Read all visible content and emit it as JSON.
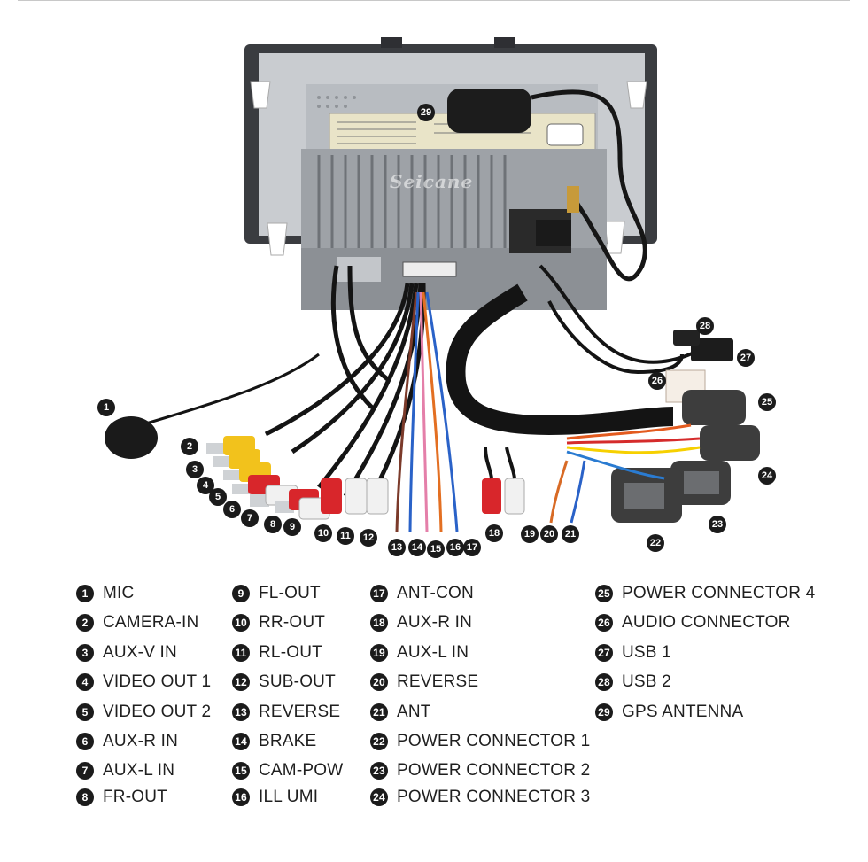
{
  "brand": "Seicane",
  "legend": [
    {
      "num": "1",
      "label": "MIC"
    },
    {
      "num": "2",
      "label": "CAMERA-IN"
    },
    {
      "num": "3",
      "label": "AUX-V IN"
    },
    {
      "num": "4",
      "label": "VIDEO OUT 1"
    },
    {
      "num": "5",
      "label": "VIDEO OUT 2"
    },
    {
      "num": "6",
      "label": "AUX-R IN"
    },
    {
      "num": "7",
      "label": "AUX-L IN"
    },
    {
      "num": "8",
      "label": "FR-OUT"
    },
    {
      "num": "9",
      "label": "FL-OUT"
    },
    {
      "num": "10",
      "label": "RR-OUT"
    },
    {
      "num": "11",
      "label": "RL-OUT"
    },
    {
      "num": "12",
      "label": "SUB-OUT"
    },
    {
      "num": "13",
      "label": "REVERSE"
    },
    {
      "num": "14",
      "label": "BRAKE"
    },
    {
      "num": "15",
      "label": "CAM-POW"
    },
    {
      "num": "16",
      "label": "ILL UMI"
    },
    {
      "num": "17",
      "label": "ANT-CON"
    },
    {
      "num": "18",
      "label": "AUX-R IN"
    },
    {
      "num": "19",
      "label": "AUX-L IN"
    },
    {
      "num": "20",
      "label": "REVERSE"
    },
    {
      "num": "21",
      "label": "ANT"
    },
    {
      "num": "22",
      "label": "POWER CONNECTOR 1"
    },
    {
      "num": "23",
      "label": "POWER CONNECTOR 2"
    },
    {
      "num": "24",
      "label": "POWER CONNECTOR 3"
    },
    {
      "num": "25",
      "label": "POWER CONNECTOR 4"
    },
    {
      "num": "26",
      "label": "AUDIO CONNECTOR"
    },
    {
      "num": "27",
      "label": "USB 1"
    },
    {
      "num": "28",
      "label": "USB 2"
    },
    {
      "num": "29",
      "label": "GPS ANTENNA"
    }
  ],
  "callouts": [
    "1",
    "2",
    "3",
    "4",
    "5",
    "6",
    "7",
    "8",
    "9",
    "10",
    "11",
    "12",
    "13",
    "14",
    "15",
    "16",
    "17",
    "18",
    "19",
    "20",
    "21",
    "22",
    "23",
    "24",
    "25",
    "26",
    "27",
    "28",
    "29"
  ],
  "colors": {
    "badge": "#1b1b1b",
    "chassis": "#8a8e93",
    "heatsink": "#a9adb2",
    "cable": "#161616",
    "rca_yellow": "#f2c21c",
    "rca_red": "#d8262b",
    "rca_white": "#f1f1f1",
    "foam": "#3d3d3d"
  }
}
